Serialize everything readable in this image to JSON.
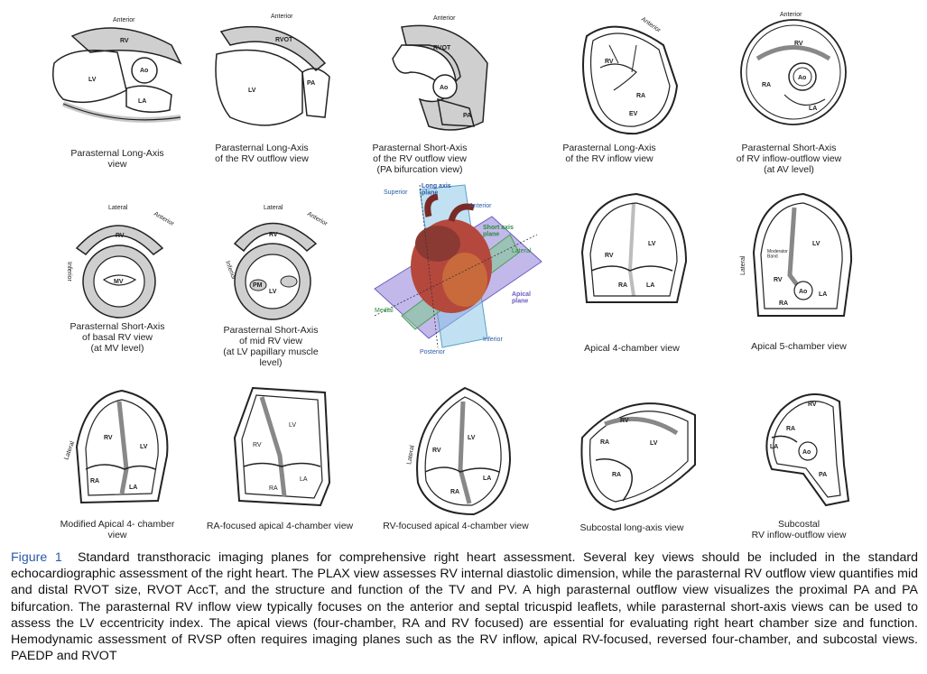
{
  "figure": {
    "label": "Figure 1",
    "caption": "Standard transthoracic imaging planes for comprehensive right heart assessment. Several key views should be included in the standard echocardiographic assessment of the right heart. The PLAX view assesses RV internal diastolic dimension, while the parasternal RV outflow view quantifies mid and distal RVOT size, RVOT AccT, and the structure and function of the TV and PV. A high parasternal outflow view visualizes the proximal PA and PA bifurcation. The parasternal RV inflow view typically focuses on the anterior and septal tricuspid leaflets, while parasternal short-axis views can be used to assess the LV eccentricity index. The apical views (four-chamber, RA and RV focused) are essential for evaluating right heart chamber size and function. Hemodynamic assessment of RVSP often requires imaging planes such as the RV inflow, apical RV-focused, reversed four-chamber, and subcostal views. PAEDP and RVOT"
  },
  "panels": [
    {
      "caption": "Parasternal Long-Axis\nview",
      "labels": {
        "anterior": "Anterior",
        "rv": "RV",
        "lv": "LV",
        "ao": "Ao",
        "la": "LA"
      }
    },
    {
      "caption": "Parasternal Long-Axis\nof the RV outflow view",
      "labels": {
        "anterior": "Anterior",
        "rvot": "RVOT",
        "lv": "LV",
        "pa": "PA"
      }
    },
    {
      "caption": "Parasternal Short-Axis\nof the RV outflow view\n(PA bifurcation view)",
      "labels": {
        "anterior": "Anterior",
        "rvot": "RVOT",
        "ao": "Ao",
        "pa": "PA"
      }
    },
    {
      "caption": "Parasternal Long-Axis\nof the RV inflow view",
      "labels": {
        "anterior": "Anterior",
        "rv": "RV",
        "ra": "RA",
        "ev": "EV"
      }
    },
    {
      "caption": "Parasternal Short-Axis\nof RV inflow-outflow view\n(at AV level)",
      "labels": {
        "anterior": "Anterior",
        "rv": "RV",
        "ra": "RA",
        "ao": "Ao",
        "la": "LA"
      }
    },
    {
      "caption": "Parasternal Short-Axis\nof basal RV view\n(at MV level)",
      "labels": {
        "lateral": "Lateral",
        "anterior": "Anterior",
        "inferior": "Inferior",
        "rv": "RV",
        "mv": "MV"
      }
    },
    {
      "caption": "Parasternal Short-Axis\nof mid RV view\n(at LV papillary muscle\nlevel)",
      "labels": {
        "lateral": "Lateral",
        "anterior": "Anterior",
        "inferior": "Inferior",
        "rv": "RV",
        "pm": "PM",
        "lv": "LV"
      }
    },
    {
      "caption": "",
      "labels": {
        "superior": "Superior",
        "long_axis": "Long axis\nplane",
        "anterior": "Anterior",
        "short_axis": "Short axis\nplane",
        "lateral": "Lateral",
        "medial": "Medial",
        "apical": "Apical\nplane",
        "inferior": "Inferior",
        "posterior": "Posterior"
      }
    },
    {
      "caption": "Apical 4-chamber view",
      "labels": {
        "rv": "RV",
        "lv": "LV",
        "ra": "RA",
        "la": "LA"
      }
    },
    {
      "caption": "Apical 5-chamber view",
      "labels": {
        "lateral": "Lateral",
        "moderator": "Moderator\nBand",
        "lv": "LV",
        "rv": "RV",
        "ao": "Ao",
        "ra": "RA",
        "la": "LA"
      }
    },
    {
      "caption": "Modified Apical 4- chamber\nview",
      "labels": {
        "lateral": "Lateral",
        "rv": "RV",
        "lv": "LV",
        "ra": "RA",
        "la": "LA"
      }
    },
    {
      "caption": "RA-focused apical 4-chamber view",
      "labels": {
        "rv": "RV",
        "lv": "LV",
        "ra": "RA",
        "la": "LA"
      }
    },
    {
      "caption": "RV-focused apical 4-chamber view",
      "labels": {
        "lateral": "Lateral",
        "rv": "RV",
        "lv": "LV",
        "ra": "RA",
        "la": "LA"
      }
    },
    {
      "caption": "Subcostal long-axis view",
      "labels": {
        "rv": "RV",
        "lv": "LV",
        "ra": "RA"
      }
    },
    {
      "caption": "Subcostal\nRV inflow-outflow view",
      "labels": {
        "rv": "RV",
        "ra": "RA",
        "la": "LA",
        "ao": "Ao",
        "pa": "PA"
      }
    }
  ]
}
